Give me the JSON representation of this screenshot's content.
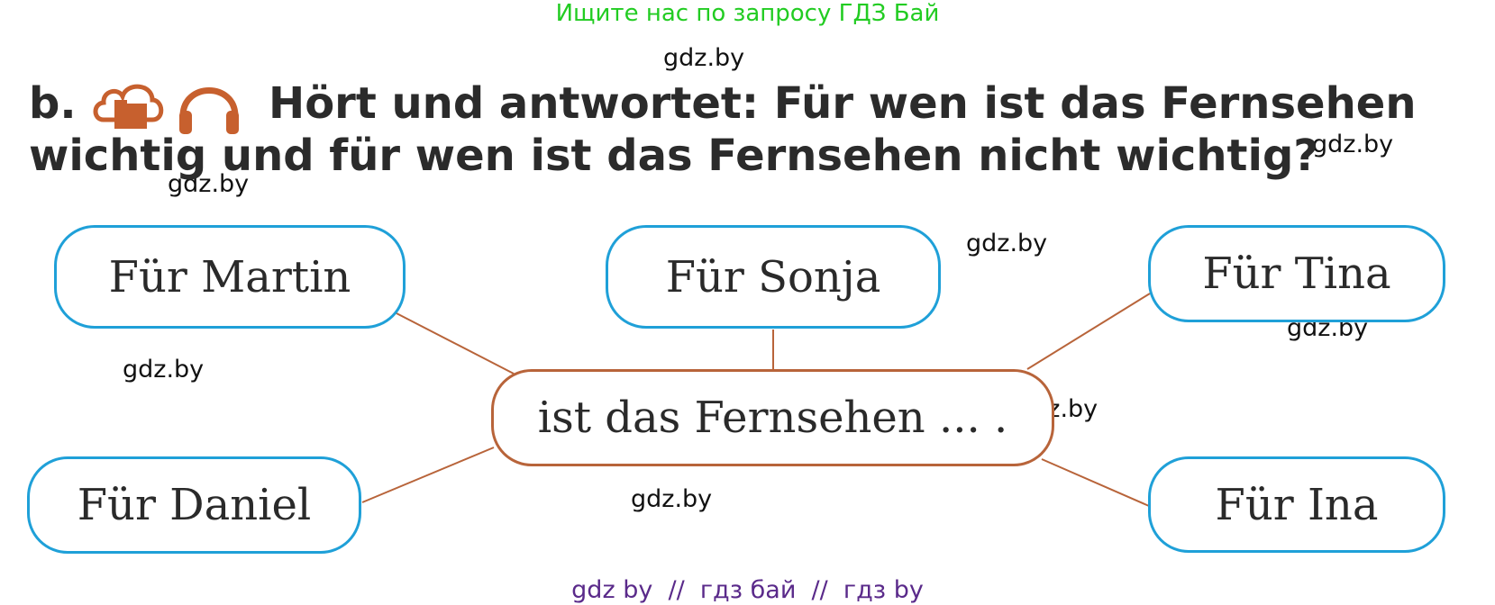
{
  "banner": "Ищите нас по запросу ГДЗ Бай",
  "watermarks": [
    "gdz.by",
    "gdz.by",
    "gdz.by",
    "gdz.by",
    "gdz.by",
    "gdz.by",
    "gdz.by",
    "gdz.by"
  ],
  "task": {
    "letter": "b.",
    "icons": [
      "cloud-folder-icon",
      "headphones-icon"
    ],
    "text": "Hört und antwortet: Für wen ist das Fernsehen wichtig und für wen ist das Fernsehen nicht wichtig?"
  },
  "diagram": {
    "center": "ist das Fernsehen ... .",
    "nodes": [
      "Für Martin",
      "Für Sonja",
      "Für Tina",
      "Für Daniel",
      "Für Ina"
    ],
    "colors": {
      "node_border": "#1fa0d8",
      "center_border": "#b8643a",
      "connector": "#b8643a"
    }
  },
  "footer": "gdz by  //  гдз бай  //  гдз by"
}
